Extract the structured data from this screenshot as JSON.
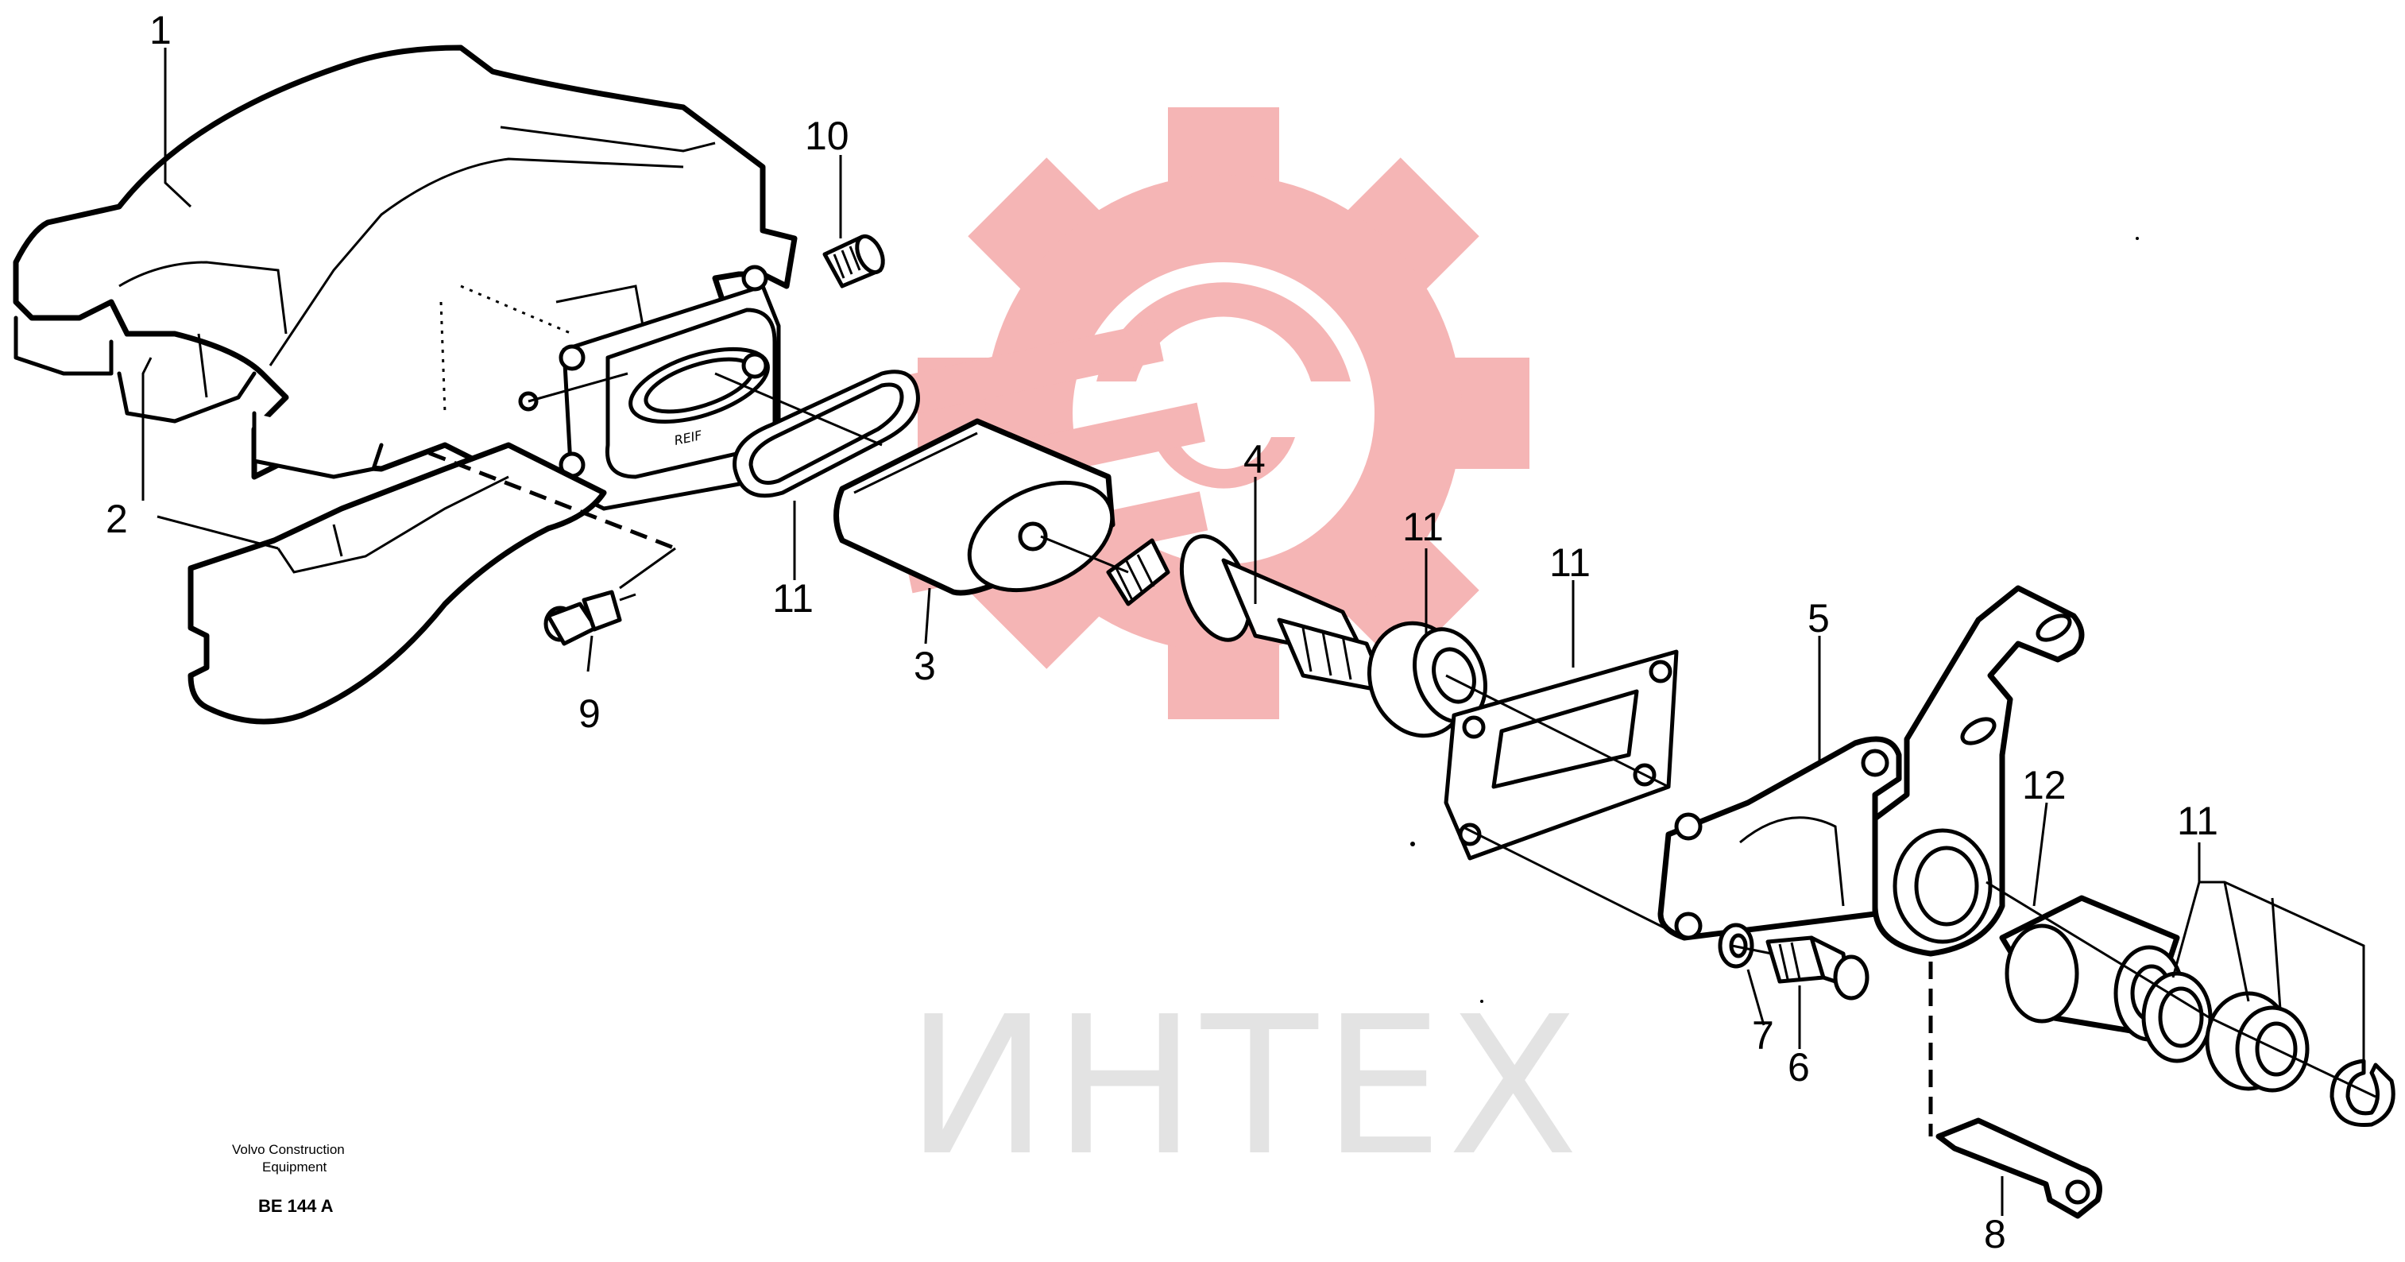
{
  "watermark": {
    "text": "ИНТЕХ",
    "gear_color": "#f5b5b5",
    "text_color": "#e3e3e3"
  },
  "callouts": [
    "1",
    "2",
    "3",
    "4",
    "5",
    "6",
    "7",
    "8",
    "9",
    "10",
    "11",
    "11",
    "11",
    "11",
    "12"
  ],
  "credit": {
    "line1": "Volvo Construction",
    "line2": "Equipment",
    "code": "BE 144 A"
  },
  "casting_mark": "REIF"
}
